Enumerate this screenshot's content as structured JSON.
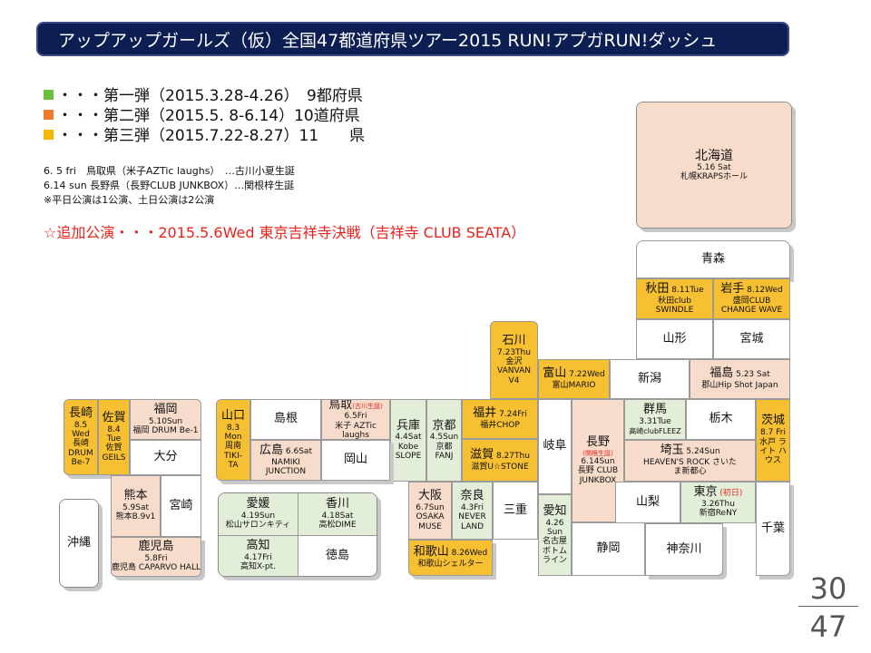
{
  "header": {
    "title": "アップアップガールズ（仮）全国47都道府県ツアー2015 RUN!アプガRUN!ダッシュ"
  },
  "legend": [
    {
      "color": "#6bbf3a",
      "text": "・・・第一弾（2015.3.28-4.26）　9都府県"
    },
    {
      "color": "#ef7a2c",
      "text": "・・・第二弾（2015.5.  8-6.14）10道府県"
    },
    {
      "color": "#f5b800",
      "text": "・・・第三弾（2015.7.22-8.27）11　　県"
    }
  ],
  "notes": [
    "6.  5 fri　鳥取県（米子AZTic  laughs）　…古川小夏生誕",
    "6.14 sun  長野県（長野CLUB  JUNKBOX）…関根梓生誕",
    "※平日公演は1公演、土日公演は2公演"
  ],
  "added_show": "☆追加公演・・・2015.5.6Wed 東京吉祥寺決戦（吉祥寺 CLUB SEATA）",
  "prefectures": {
    "hokkaido": {
      "name": "北海道",
      "date": "5.16 Sat",
      "venue": "札幌KRAPSホール"
    },
    "aomori": {
      "name": "青森"
    },
    "akita": {
      "name": "秋田",
      "date": "8.11Tue",
      "venue": "秋田club SWINDLE"
    },
    "iwate": {
      "name": "岩手",
      "date": "8.12Wed",
      "venue": "盛岡CLUB CHANGE WAVE"
    },
    "yamagata": {
      "name": "山形"
    },
    "miyagi": {
      "name": "宮城"
    },
    "niigata": {
      "name": "新潟"
    },
    "fukushima": {
      "name": "福島",
      "date": "5.23 Sat",
      "venue": "郡山Hip Shot Japan"
    },
    "ishikawa": {
      "name": "石川",
      "date": "7.23Thu",
      "venue": "金沢 VANVAN V4"
    },
    "toyama": {
      "name": "富山",
      "date": "7.22Wed",
      "venue": "富山MARIO"
    },
    "nagano": {
      "name": "長野",
      "note": "(関根生誕)",
      "date": "6.14Sun",
      "venue": "長野 CLUB JUNKBOX"
    },
    "gunma": {
      "name": "群馬",
      "date": "3.31Tue",
      "venue": "高崎clubFLEEZ"
    },
    "tochigi": {
      "name": "栃木"
    },
    "ibaraki": {
      "name": "茨城",
      "date": "8.7 Fri",
      "venue": "水戸 ライト ハウス"
    },
    "saitama": {
      "name": "埼玉",
      "date": "5.24Sun",
      "venue": "HEAVEN'S ROCK さいたま新都心"
    },
    "tokyo": {
      "name": "東京",
      "note": "(初日)",
      "date": "3.26Thu",
      "venue": "新宿ReNY"
    },
    "chiba": {
      "name": "千葉"
    },
    "yamanashi": {
      "name": "山梨"
    },
    "kanagawa": {
      "name": "神奈川"
    },
    "shizuoka": {
      "name": "静岡"
    },
    "gifu": {
      "name": "岐阜"
    },
    "aichi": {
      "name": "愛知",
      "date": "4.26 Sun",
      "venue": "名古屋 ボトム ライン"
    },
    "mie": {
      "name": "三重"
    },
    "fukui": {
      "name": "福井",
      "date": "7.24Fri",
      "venue": "福井CHOP"
    },
    "shiga": {
      "name": "滋賀",
      "date": "8.27Thu",
      "venue": "滋賀U☆STONE"
    },
    "kyoto": {
      "name": "京都",
      "date": "4.5Sun",
      "venue": "京都 FANJ"
    },
    "hyogo": {
      "name": "兵庫",
      "date": "4.4Sat",
      "venue": "Kobe SLOPE"
    },
    "osaka": {
      "name": "大阪",
      "date": "6.7Sun",
      "venue": "OSAKA MUSE"
    },
    "nara": {
      "name": "奈良",
      "date": "4.3Fri",
      "venue": "NEVER LAND"
    },
    "wakayama": {
      "name": "和歌山",
      "date": "8.26Wed",
      "venue": "和歌山シェルター"
    },
    "tottori": {
      "name": "鳥取",
      "note": "(古川生誕)",
      "date": "6.5Fri",
      "venue": "米子 AZTic laughs"
    },
    "shimane": {
      "name": "島根"
    },
    "okayama": {
      "name": "岡山"
    },
    "hiroshima": {
      "name": "広島",
      "date": "6.6Sat",
      "venue": "NAMIKI JUNCTION"
    },
    "yamaguchi": {
      "name": "山口",
      "date": "8.3 Mon",
      "venue": "周南 TIKI-TA"
    },
    "ehime": {
      "name": "愛媛",
      "date": "4.19Sun",
      "venue": "松山サロンキティ"
    },
    "kagawa": {
      "name": "香川",
      "date": "4.18Sat",
      "venue": "高松DIME"
    },
    "kochi": {
      "name": "高知",
      "date": "4.17Fri",
      "venue": "高知X-pt."
    },
    "tokushima": {
      "name": "徳島"
    },
    "nagasaki": {
      "name": "長崎",
      "date": "8.5 Wed",
      "venue": "長崎 DRUM Be-7"
    },
    "saga": {
      "name": "佐賀",
      "date": "8.4 Tue",
      "venue": "佐賀 GEILS"
    },
    "fukuoka": {
      "name": "福岡",
      "date": "5.10Sun",
      "venue": "福岡 DRUM Be-1"
    },
    "oita": {
      "name": "大分"
    },
    "kumamoto": {
      "name": "熊本",
      "date": "5.9Sat",
      "venue": "熊本B.9v1"
    },
    "miyazaki": {
      "name": "宮崎"
    },
    "kagoshima": {
      "name": "鹿児島",
      "date": "5.8Fri",
      "venue": "鹿児島 CAPARVO HALL"
    },
    "okinawa": {
      "name": "沖縄"
    }
  },
  "page": {
    "current": "30",
    "total": "47"
  }
}
